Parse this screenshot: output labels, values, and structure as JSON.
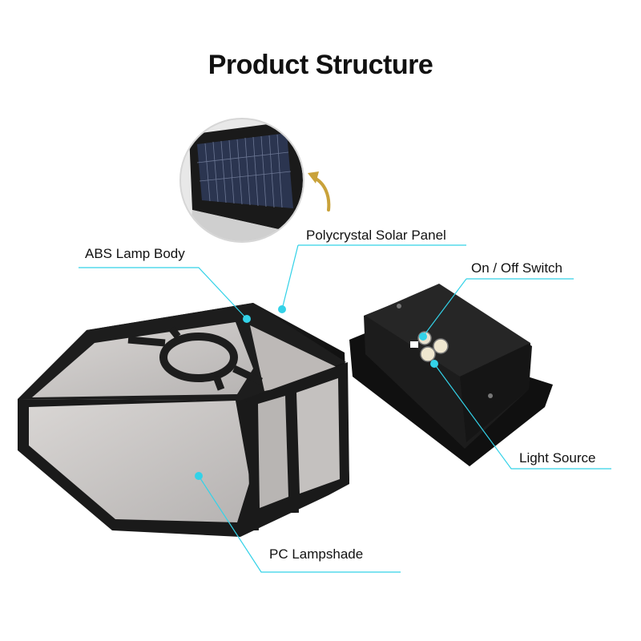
{
  "title": "Product Structure",
  "labels": {
    "abs_lamp_body": "ABS Lamp Body",
    "solar_panel": "Polycrystal Solar Panel",
    "switch": "On / Off Switch",
    "light_source": "Light Source",
    "lampshade": "PC Lampshade"
  },
  "colors": {
    "leader": "#33d2e8",
    "housing": "#1c1c1c",
    "panel": "#27324a",
    "shade": "#c9c6c4"
  }
}
